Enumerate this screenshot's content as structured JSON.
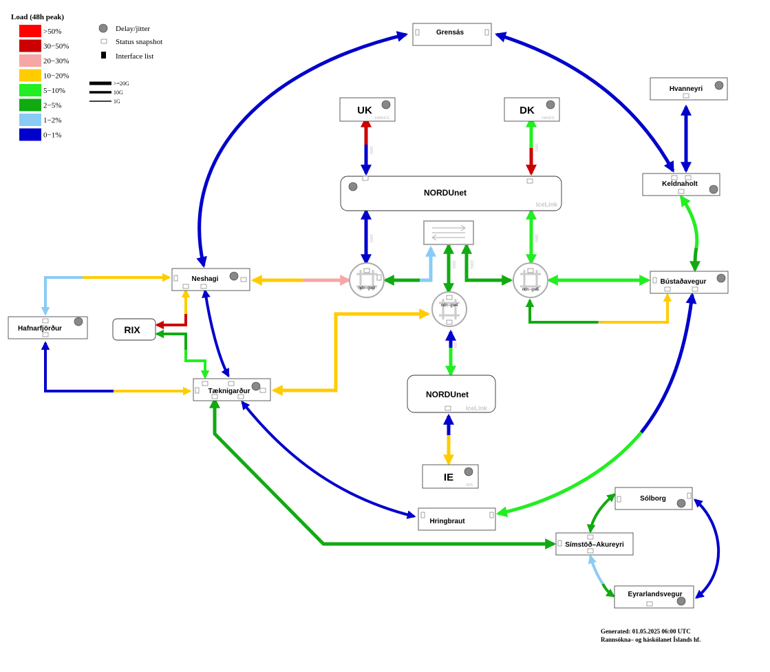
{
  "legend": {
    "title": "Load (48h peak)",
    "items": [
      {
        "label": ">50%",
        "color": "#ff0000"
      },
      {
        "label": "30−50%",
        "color": "#cc0000"
      },
      {
        "label": "20−30%",
        "color": "#f7a6a6"
      },
      {
        "label": "10−20%",
        "color": "#ffcc00"
      },
      {
        "label": "5−10%",
        "color": "#22ee22"
      },
      {
        "label": "2−5%",
        "color": "#11aa11"
      },
      {
        "label": "1−2%",
        "color": "#88ccf5"
      },
      {
        "label": "0−1%",
        "color": "#0000cc"
      }
    ],
    "symbols": {
      "delay": "Delay/jitter",
      "status": "Status snapshot",
      "iflist": "Interface list"
    },
    "widths": {
      "w20": ">=20G",
      "w10": "10G",
      "w1": "1G"
    }
  },
  "nodes": {
    "grensas": "Grensás",
    "hvanneyri": "Hvanneyri",
    "keldnaholt": "Keldnaholt",
    "uk": "UK",
    "uk_sub": "FABRICE",
    "dk": "DK",
    "dk_sub": "DANICE",
    "nordunet1": "NORDUnet",
    "nordunet1_sub": "IceLink",
    "neshagi": "Neshagi",
    "bustadavegur": "Bústaðavegur",
    "hafnarfjordur": "Hafnarfjörður",
    "rix": "RIX",
    "taeknigardur": "Tæknigarður",
    "nordunet2": "NORDUnet",
    "nordunet2_sub": "IceLink",
    "ie": "IE",
    "ie_sub": "IRIS",
    "hringbraut": "Hringbraut",
    "solborg": "Sólborg",
    "simstod": "Símstöð–Akureyri",
    "eyrarlandsvegur": "Eyrarlandsvegur"
  },
  "routers": {
    "gw3": "ndn−gw3",
    "gw4": "ndn−gw4",
    "gw5": "ndn−gw5"
  },
  "link_labels": {
    "g100": "100G",
    "g10": "10G"
  },
  "footer": {
    "generated": "Generated:  01.05.2025 06:00 UTC",
    "org": "Rannsókna– og háskólanet Íslands hf."
  }
}
